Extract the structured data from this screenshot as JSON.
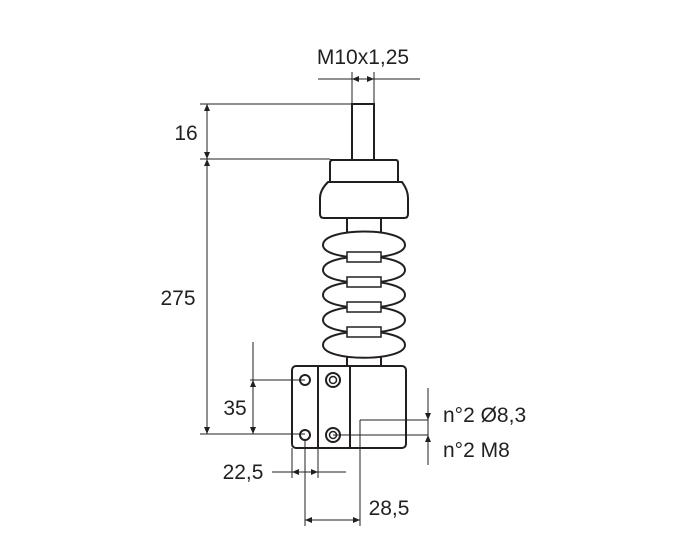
{
  "dimensions": {
    "thread": "M10x1,25",
    "stud_length": "16",
    "total_height": "275",
    "hole_spacing": "35",
    "edge_offset": "22,5",
    "plate_width": "28,5"
  },
  "callouts": {
    "holes": "n°2 Ø8,3",
    "bolts": "n°2 M8"
  },
  "colors": {
    "line": "#231f20",
    "background": "#ffffff"
  }
}
